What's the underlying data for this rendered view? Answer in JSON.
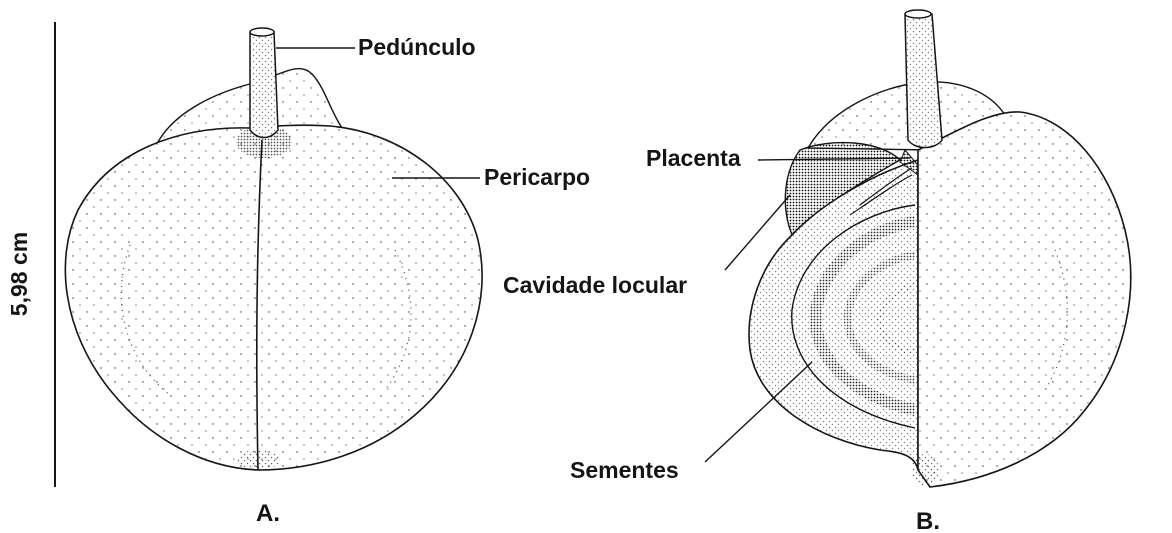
{
  "figure": {
    "scale": {
      "label": "5,98 cm"
    },
    "panel_a": {
      "letter": "A.",
      "labels": {
        "pedunculo": "Pedúnculo",
        "pericarpo": "Pericarpo"
      }
    },
    "panel_b": {
      "letter": "B.",
      "labels": {
        "placenta": "Placenta",
        "cavidade_locular": "Cavidade locular",
        "sementes": "Sementes"
      }
    }
  },
  "colors": {
    "ink": "#151515",
    "paper": "#ffffff",
    "stipple_dark": "#2a2a2a"
  }
}
